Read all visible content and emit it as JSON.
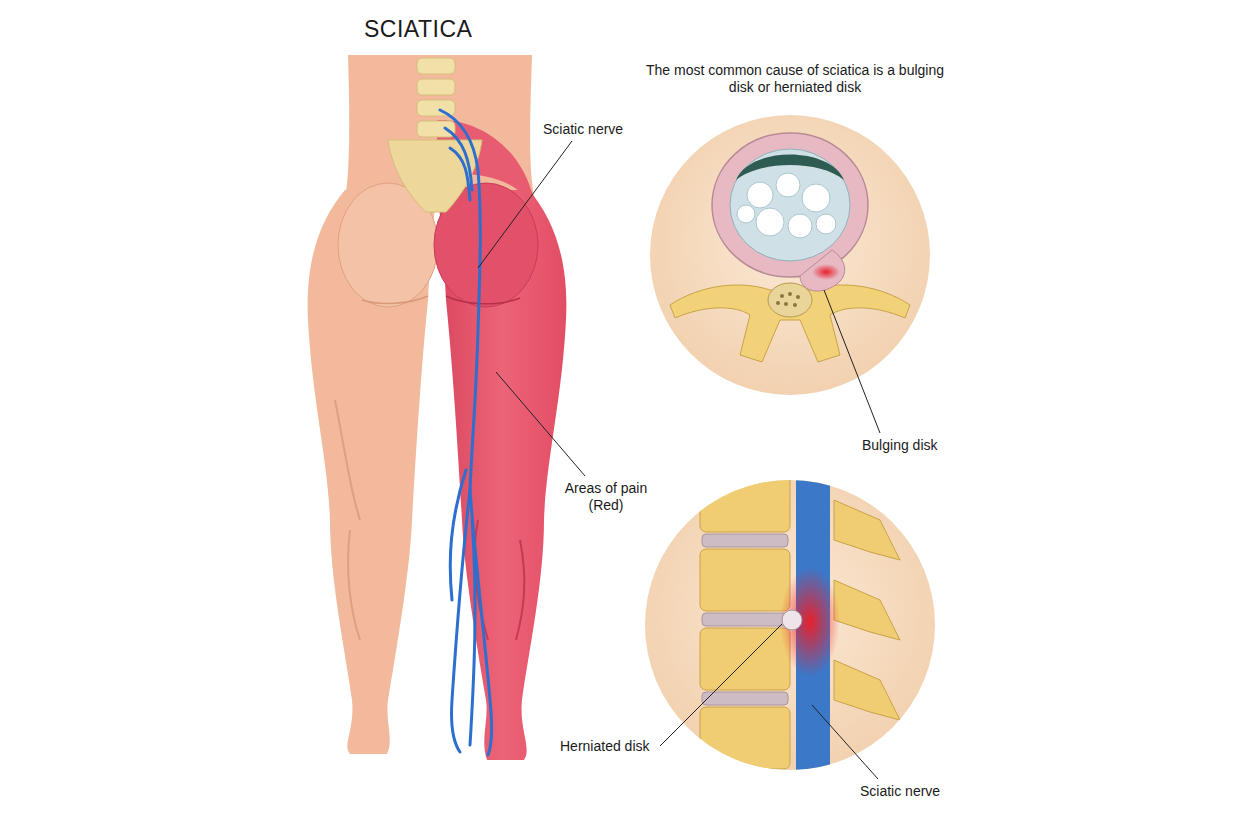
{
  "diagram": {
    "title": "SCIATICA",
    "labels": [
      "The most common cause of sciatica is a bulging disk or herniated disk",
      "Sciatic nerve",
      "Areas of pain (Red)",
      "Bulging disk",
      "Herniated disk",
      "Sciatic nerve"
    ]
  }
}
